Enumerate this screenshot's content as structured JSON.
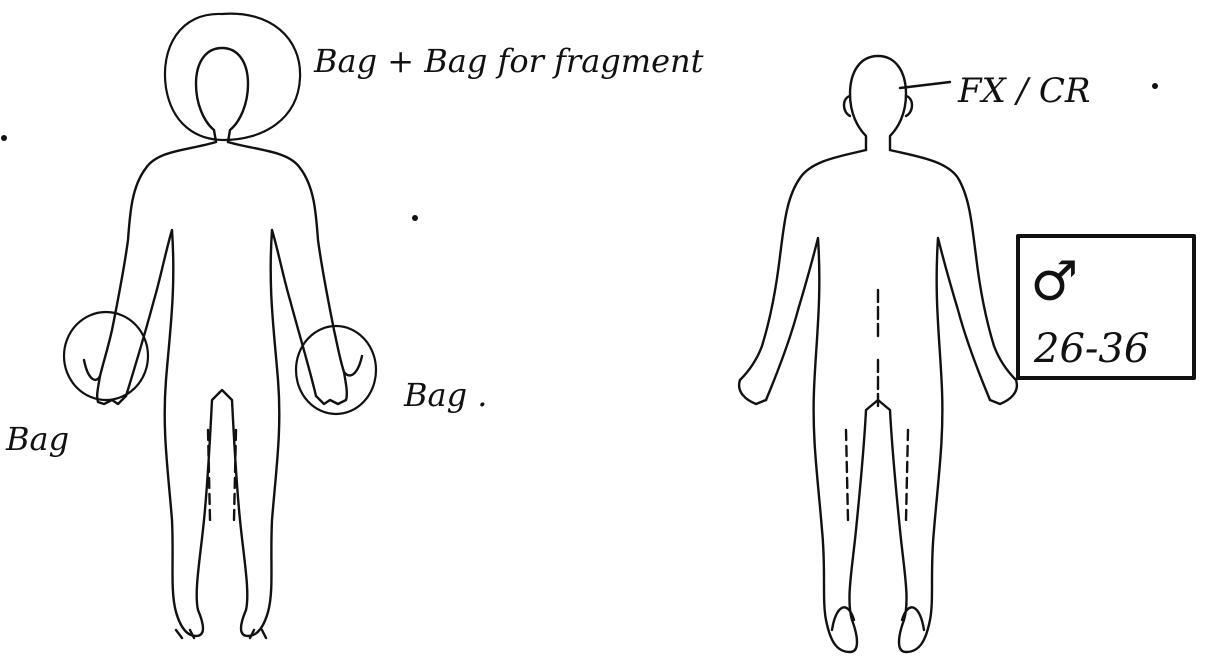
{
  "annotations": {
    "head_bag": "Bag + Bag for fragment",
    "right_hand_bag": "Bag",
    "left_hand_bag": "Bag .",
    "head_back_label": "FX / CR",
    "sex_symbol": "♂",
    "age_range": "26-36"
  },
  "figures": {
    "front_view": "body-outline-front",
    "back_view": "body-outline-back"
  },
  "colors": {
    "ink": "#111111",
    "paper": "#ffffff"
  }
}
